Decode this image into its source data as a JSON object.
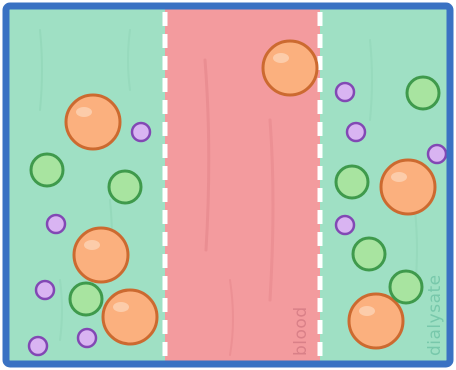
{
  "labels": {
    "blood": "blood",
    "dialysate": "dialysate"
  },
  "colors": {
    "frame": "#3a72c3",
    "dialysate_fill": "#9fe0c4",
    "blood_fill": "#f39b9e",
    "membrane_dash": "#ffffff",
    "label_blood": "#d98088",
    "label_dialysate": "#78c8ab",
    "large_particle_fill": "#fbb07e",
    "large_particle_stroke": "#cc6a30",
    "medium_particle_fill": "#a8e4a0",
    "medium_particle_stroke": "#3f9a4c",
    "small_particle_fill": "#d9b4f2",
    "small_particle_stroke": "#8248b4"
  },
  "icons": {
    "large_particle": "large-orange-particle",
    "medium_particle": "medium-green-particle",
    "small_particle": "small-purple-particle"
  }
}
